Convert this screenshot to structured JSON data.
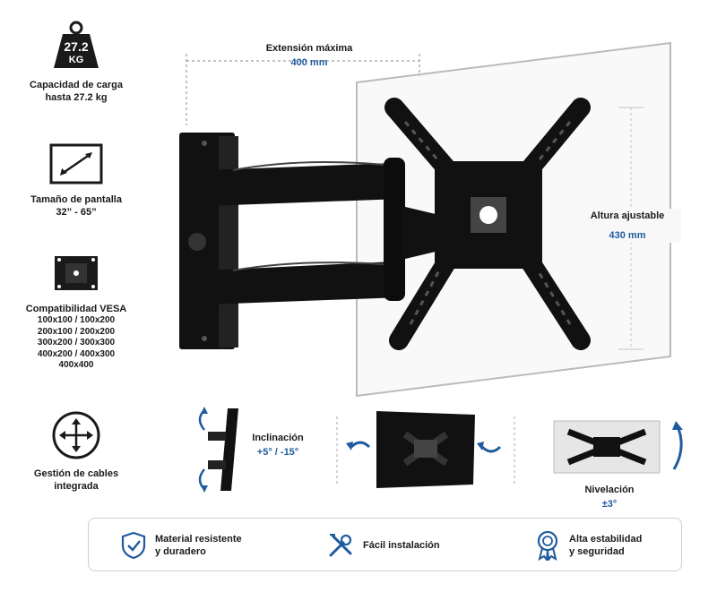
{
  "left_specs": {
    "weight": {
      "value": "27.2",
      "unit": "KG",
      "label_line1": "Capacidad de carga",
      "label_line2": "hasta 27.2 kg",
      "icon": "weight-icon"
    },
    "screen": {
      "label_line1": "Tamaño de pantalla",
      "label_line2": "32” - 65”",
      "icon": "screen-size-icon"
    },
    "vesa": {
      "title": "Compatibilidad VESA",
      "sizes": [
        "100x100 / 100x200",
        "200x100 / 200x200",
        "300x200 / 300x300",
        "400x200 / 400x300",
        "400x400"
      ],
      "icon": "vesa-plate-icon"
    },
    "cables": {
      "label_line1": "Gestión de cables",
      "label_line2": "integrada",
      "icon": "cable-management-icon"
    }
  },
  "measurements": {
    "extension_label": "Extensión máxima",
    "extension_value": "400 mm",
    "height_label": "Altura ajustable",
    "height_value": "430 mm"
  },
  "adjustments": {
    "tilt_label": "Inclinación",
    "tilt_value": "+5° / -15°",
    "level_label": "Nivelación",
    "level_value": "±3°"
  },
  "features": [
    {
      "icon": "shield-check-icon",
      "text": "Material resistente\ny duradero"
    },
    {
      "icon": "tools-icon",
      "text": "Fácil instalación"
    },
    {
      "icon": "award-badge-icon",
      "text": "Alta estabilidad\ny seguridad"
    }
  ],
  "colors": {
    "accent": "#1f5b9e",
    "dark": "#1a1a1a",
    "mount": "#111111"
  }
}
